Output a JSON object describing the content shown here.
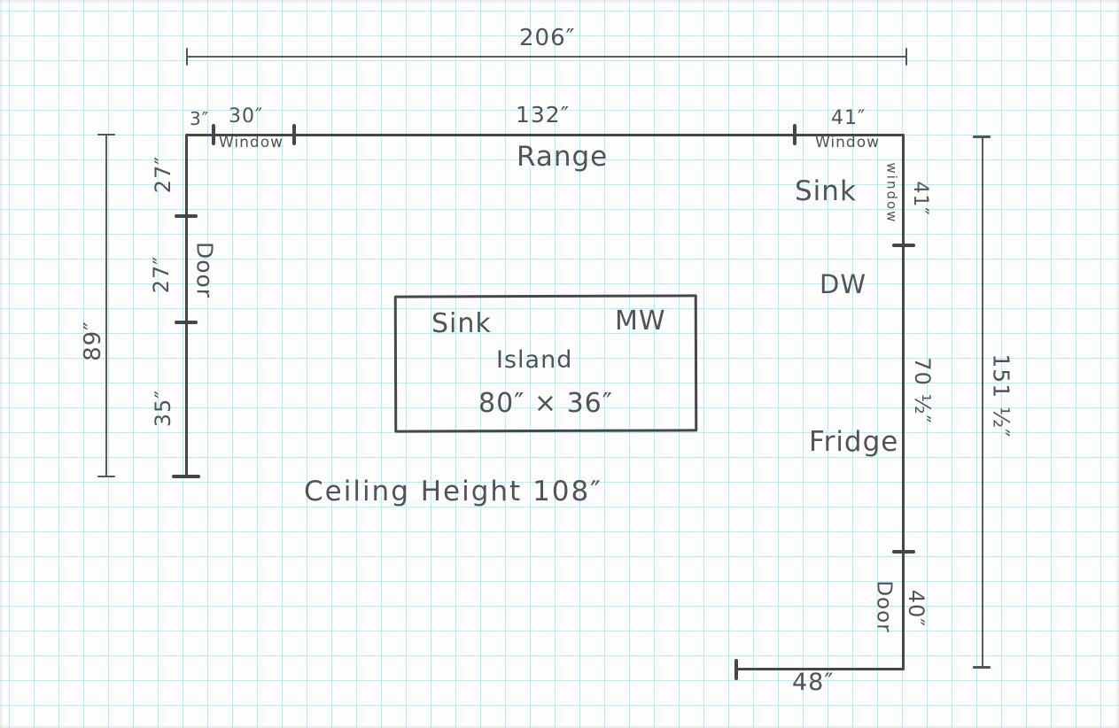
{
  "colors": {
    "pencil": "#474749",
    "grid_line": "#c3e7ee",
    "paper": "#fdfdfb",
    "text": "#515358"
  },
  "floor_plan": {
    "top": {
      "overall": "206″",
      "offset": "3″",
      "window_len": "30″",
      "window_word": "Window",
      "range_len": "132″",
      "range_word": "Range",
      "right_window_len": "41″",
      "right_window_word": "Window"
    },
    "left": {
      "seg1": "27″",
      "seg2": "27″",
      "door": "Door",
      "seg3": "35″",
      "overall": "89″"
    },
    "right": {
      "sink": "Sink",
      "window_word": "window",
      "window_len": "41″",
      "dw": "DW",
      "seg_mid": "70 ½″",
      "fridge": "Fridge",
      "door": "Door",
      "door_len": "40″",
      "overall": "151 ½″",
      "bottom_len": "48″"
    },
    "island": {
      "sink": "Sink",
      "mw": "MW",
      "name": "Island",
      "size": "80″ × 36″"
    },
    "note": "Ceiling Height 108″"
  }
}
